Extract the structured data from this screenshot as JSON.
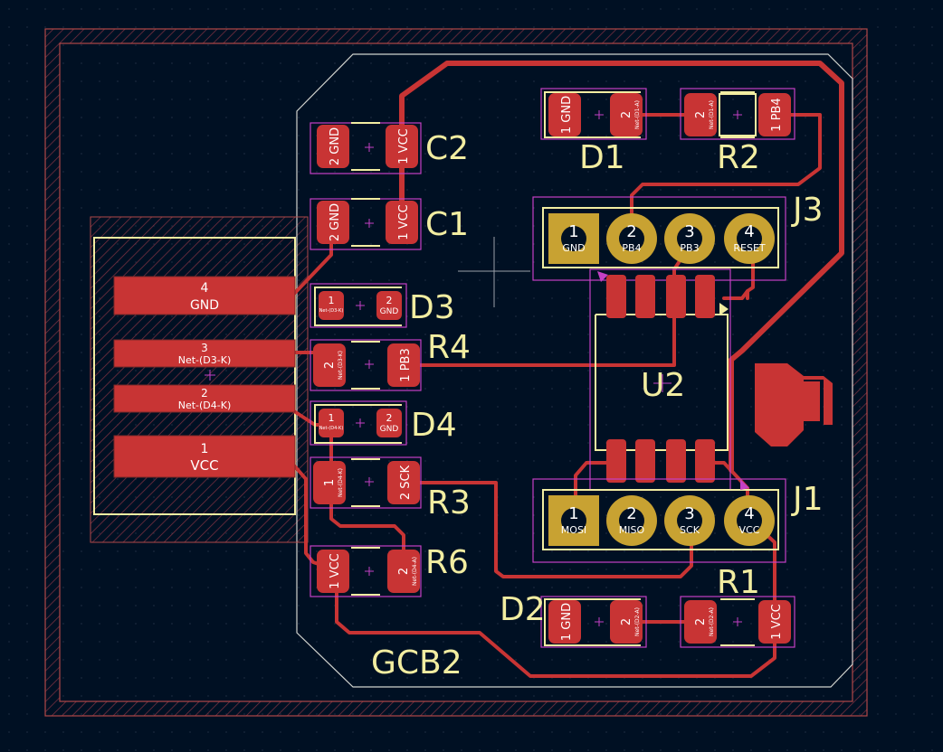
{
  "board": {
    "name": "GCB2",
    "colors": {
      "background": "#001023",
      "copper": "#c83434",
      "through_hole": "#c8a232",
      "silkscreen": "#f2eda1",
      "courtyard": "#c440c4",
      "edge_cuts": "#d0d2cd"
    }
  },
  "components": {
    "C2": {
      "ref": "C2",
      "pad1": {
        "num": "1",
        "net": "VCC"
      },
      "pad2": {
        "num": "2",
        "net": "GND"
      }
    },
    "C1": {
      "ref": "C1",
      "pad1": {
        "num": "1",
        "net": "VCC"
      },
      "pad2": {
        "num": "2",
        "net": "GND"
      }
    },
    "D1": {
      "ref": "D1",
      "pad1": {
        "num": "1",
        "net": "GND"
      },
      "pad2": {
        "num": "2",
        "net": "Net-(D1-A)"
      }
    },
    "R2": {
      "ref": "R2",
      "pad1": {
        "num": "1",
        "net": "PB4"
      },
      "pad2": {
        "num": "2",
        "net": "Net-(D1-A)"
      }
    },
    "D3": {
      "ref": "D3",
      "pad1": {
        "num": "1",
        "net": "Net-(D3-K)"
      },
      "pad2": {
        "num": "2",
        "net": "GND"
      }
    },
    "R4": {
      "ref": "R4",
      "pad1": {
        "num": "1",
        "net": "PB3"
      },
      "pad2": {
        "num": "2",
        "net": "Net-(D3-K)"
      }
    },
    "D4": {
      "ref": "D4",
      "pad1": {
        "num": "1",
        "net": "Net-(D4-K)"
      },
      "pad2": {
        "num": "2",
        "net": "GND"
      }
    },
    "R3": {
      "ref": "R3",
      "pad1": {
        "num": "1",
        "net": "Net-(D4-K)"
      },
      "pad2": {
        "num": "2",
        "net": "SCK"
      }
    },
    "R6": {
      "ref": "R6",
      "pad1": {
        "num": "1",
        "net": "VCC"
      },
      "pad2": {
        "num": "2",
        "net": "Net-(D4-A)"
      }
    },
    "D2": {
      "ref": "D2",
      "pad1": {
        "num": "1",
        "net": "GND"
      },
      "pad2": {
        "num": "2",
        "net": "Net-(D2-A)"
      }
    },
    "R1": {
      "ref": "R1",
      "pad1": {
        "num": "1",
        "net": "VCC"
      },
      "pad2": {
        "num": "2",
        "net": "Net-(D2-A)"
      }
    },
    "U2": {
      "ref": "U2"
    },
    "J3": {
      "ref": "J3",
      "pins": [
        {
          "num": "1",
          "net": "GND"
        },
        {
          "num": "2",
          "net": "PB4"
        },
        {
          "num": "3",
          "net": "PB3"
        },
        {
          "num": "4",
          "net": "RESET"
        }
      ]
    },
    "J1": {
      "ref": "J1",
      "pins": [
        {
          "num": "1",
          "net": "MOSI"
        },
        {
          "num": "2",
          "net": "MISO"
        },
        {
          "num": "3",
          "net": "SCK"
        },
        {
          "num": "4",
          "net": "VCC"
        }
      ]
    },
    "USB": {
      "pads": [
        {
          "num": "4",
          "net": "GND"
        },
        {
          "num": "3",
          "net": "Net-(D3-K)"
        },
        {
          "num": "2",
          "net": "Net-(D4-K)"
        },
        {
          "num": "1",
          "net": "VCC"
        }
      ]
    }
  }
}
